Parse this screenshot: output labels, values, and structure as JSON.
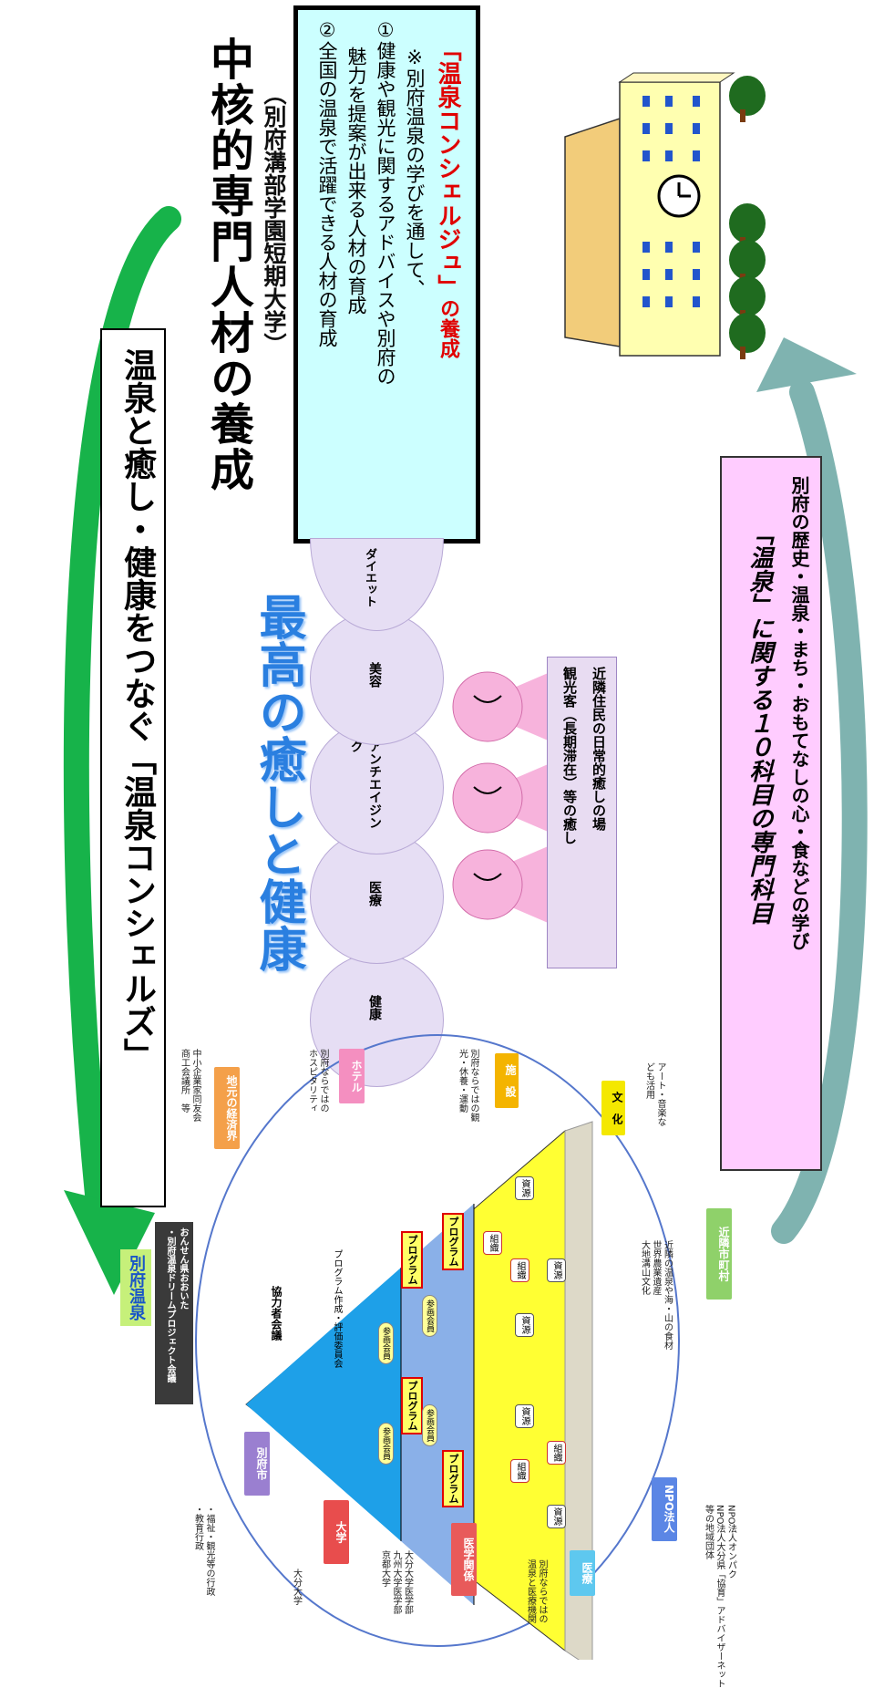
{
  "header": {
    "title": "中核的専門人材の養成",
    "subtitle": "（別府溝部学園短期大学）"
  },
  "concierge_box": {
    "heading_red": "「温泉コンシェルジュ」",
    "heading_suffix": "の養成",
    "line1": "※別府温泉の学びを通して、",
    "line2": "①健康や観光に関するアドバイスや別府の",
    "line3": "魅力を提案が出来る人材の育成",
    "line4": "②全国の温泉で活躍できる人材の育成"
  },
  "banner": {
    "text": "温泉と癒し・健康をつなぐ「温泉コンシェルズ」"
  },
  "pink_box": {
    "line1": "「温泉」に関する１０科目の専門科目",
    "line2": "別府の歴史・温泉・まち・おもてなしの心・食などの学び"
  },
  "healing": {
    "headline": "最高の癒しと健康",
    "circles": [
      "健康",
      "医療",
      "アンチエイジング",
      "美容",
      "ダイエット"
    ],
    "caption_line1": "近隣住民の日常的癒しの場",
    "caption_line2": "観光客（長期滞在）等の癒し"
  },
  "ring": {
    "logo": "別府温泉",
    "conference_line1": "おんせん県おおいた",
    "conference_line2": "・別府温泉ドリームプロジェクト会議",
    "pyramid_top": "協力者会議",
    "pyramid_second": "プログラム作成・評価委員会",
    "program": "プログラム",
    "member": "参画会員",
    "resource": "資源",
    "org": "組織",
    "nodes": [
      {
        "label": "地元の経済界",
        "note": "中小企業家同友会\n商工会議所　等",
        "color": "#f4a04a"
      },
      {
        "label": "ホテル",
        "note": "別府ならではの\nホスピタリティ",
        "color": "#f48fc0"
      },
      {
        "label": "施　設",
        "note": "別府ならではの観\n光・休養・運動",
        "color": "#f4b400"
      },
      {
        "label": "文　化",
        "note": "アート・音楽な\nども活用",
        "color": "#f4e800"
      },
      {
        "label": "近隣市町村",
        "note": "近隣の温泉や海・山の食材\n世界農業遺産\n大地溝山文化",
        "color": "#8fd16a"
      },
      {
        "label": "NPO法人",
        "note": "NPO法人オンパク\nNPO法人大分県「協育」アドバイザーネット\n等の地域団体",
        "color": "#5b86e5"
      },
      {
        "label": "医療",
        "note": "別府ならではの\n温泉と医療機関",
        "color": "#5ec8ef"
      },
      {
        "label": "医学関係",
        "note": "大分大学医学部\n九州大学医学部\n京都大学",
        "color": "#e85a5a"
      },
      {
        "label": "大学",
        "note": "大分大学",
        "color": "#e84d4d"
      },
      {
        "label": "別府市",
        "note": "・福祉・観光等の行政\n・教育行政",
        "color": "#9a7fd0"
      }
    ]
  },
  "colors": {
    "arrow_green": "#17b34a",
    "arrow_teal": "#7fb3b0",
    "concierge_bg": "#ccffff",
    "pink_bg": "#ffccff",
    "accent_red": "#e00000",
    "pyramid_top": "#1ea0e8",
    "pyramid_yellow": "#ffff33"
  }
}
